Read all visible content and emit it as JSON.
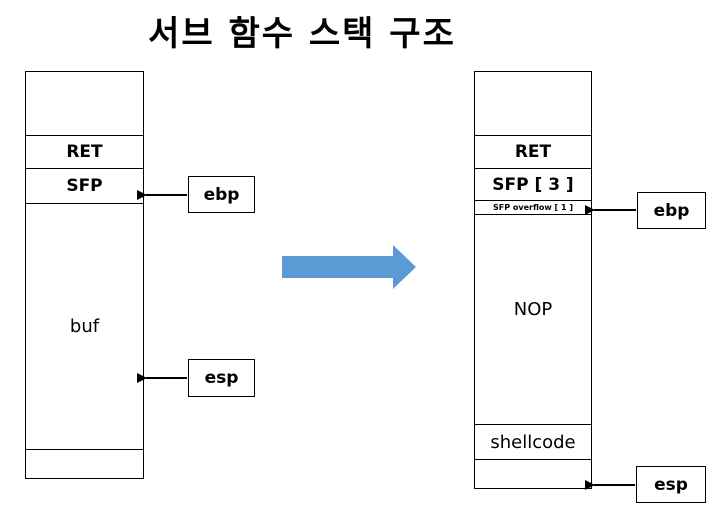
{
  "title": "서브 함수 스택 구조",
  "left_stack": {
    "ret": "RET",
    "sfp": "SFP",
    "buf": "buf"
  },
  "right_stack": {
    "ret": "RET",
    "sfp": "SFP [ 3 ]",
    "sfp_overflow": "SFP overflow [ 1 ]",
    "nop": "NOP",
    "shellcode": "shellcode"
  },
  "registers": {
    "ebp": "ebp",
    "esp": "esp"
  },
  "colors": {
    "arrow": "#5b9bd5",
    "line": "#000000"
  }
}
